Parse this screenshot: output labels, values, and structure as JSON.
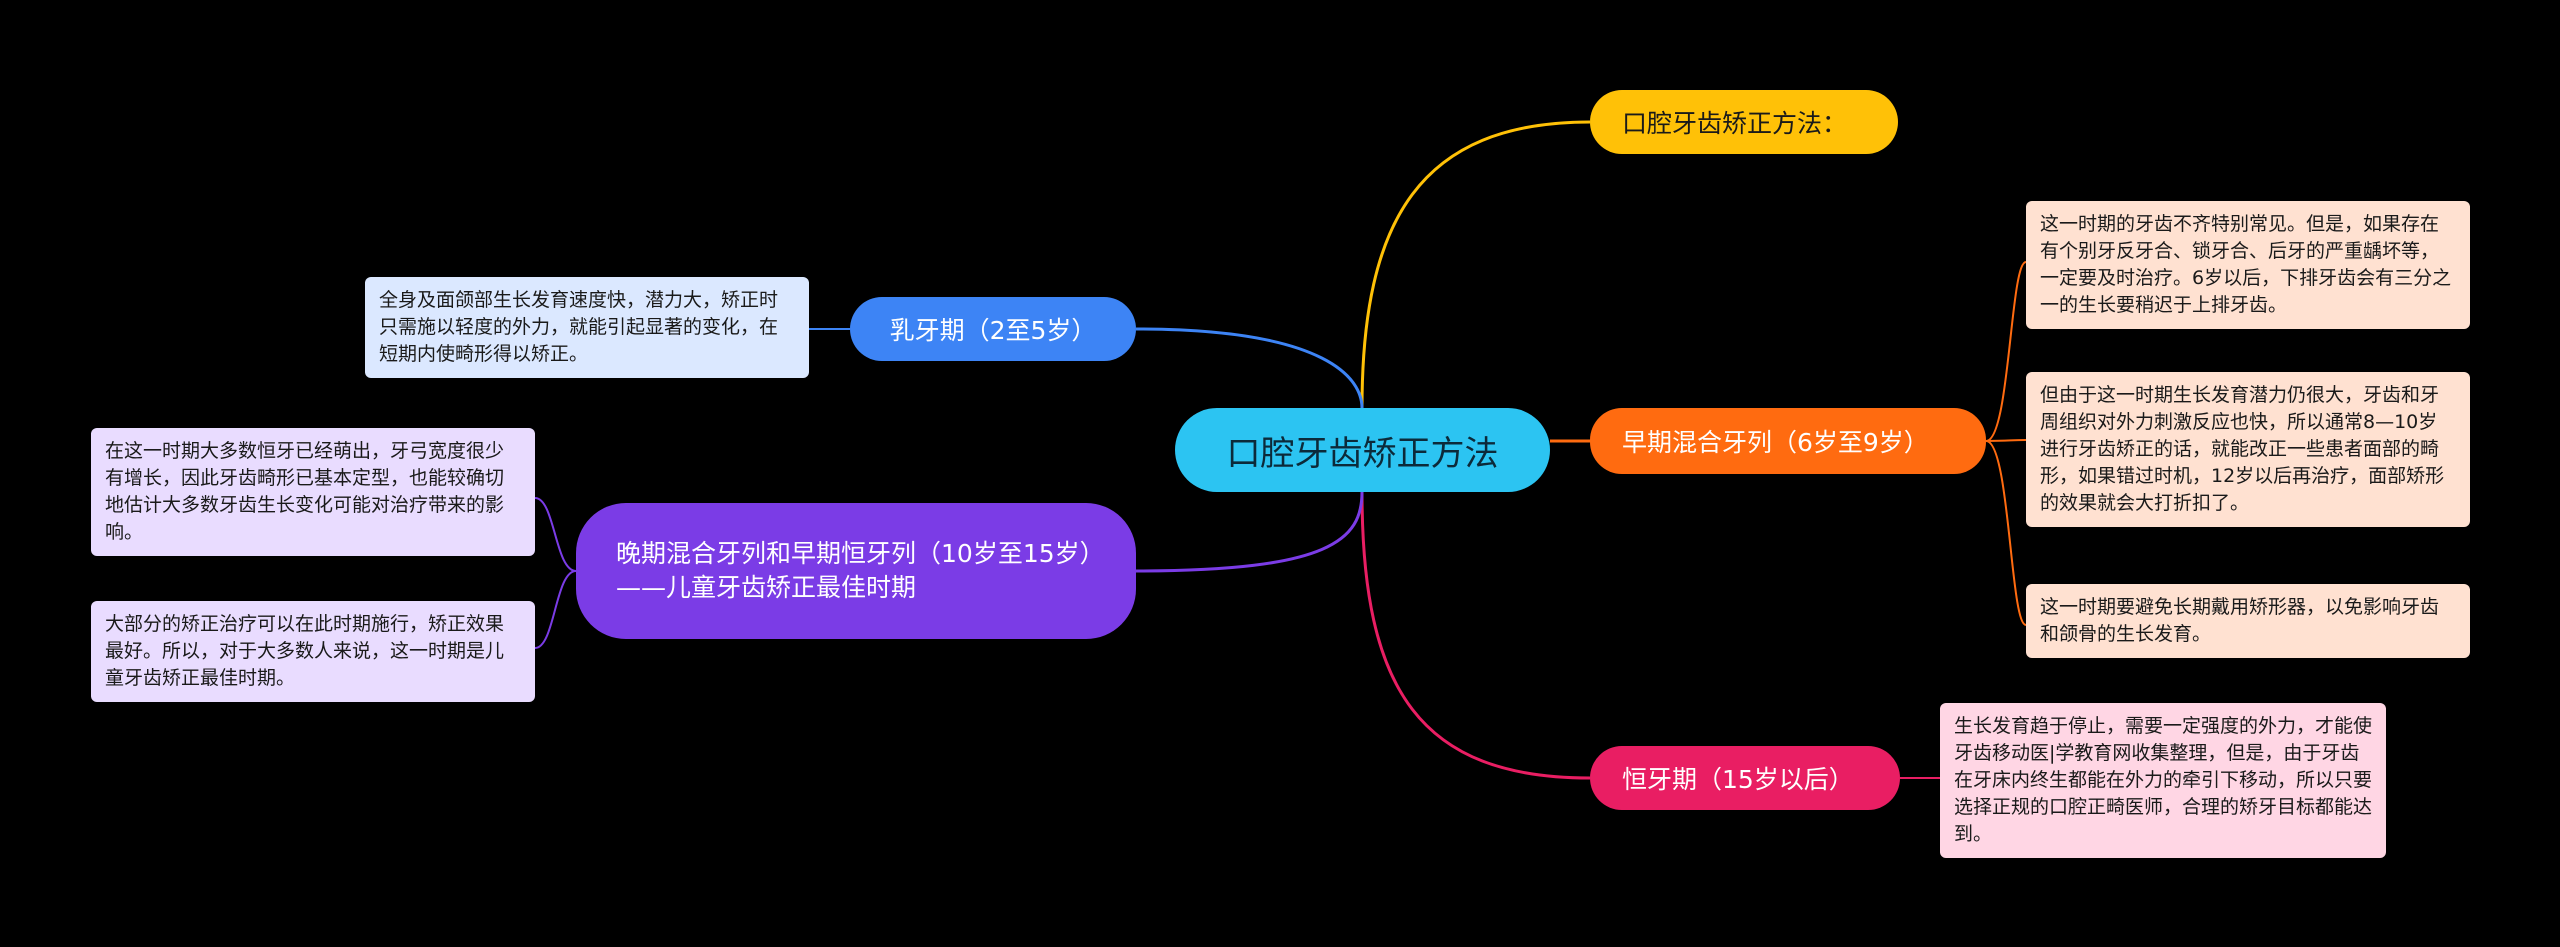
{
  "colors": {
    "background": "#000000",
    "root": "#2cc4f2",
    "yellow": "#ffc107",
    "orange": "#ff6b10",
    "pink": "#e91e63",
    "blue": "#3d84f5",
    "purple": "#7b3ce6"
  },
  "root": {
    "label": "口腔牙齿矫正方法"
  },
  "branches": {
    "method": {
      "label": "口腔牙齿矫正方法："
    },
    "early_mixed": {
      "label": "早期混合牙列（6岁至9岁）",
      "notes": [
        "这一时期的牙齿不齐特别常见。但是，如果存在有个别牙反牙合、锁牙合、后牙的严重龋坏等，一定要及时治疗。6岁以后，下排牙齿会有三分之一的生长要稍迟于上排牙齿。",
        "但由于这一时期生长发育潜力仍很大，牙齿和牙周组织对外力刺激反应也快，所以通常8—10岁进行牙齿矫正的话，就能改正一些患者面部的畸形，如果错过时机，12岁以后再治疗，面部矫形的效果就会大打折扣了。",
        "这一时期要避免长期戴用矫形器，以免影响牙齿和颌骨的生长发育。"
      ]
    },
    "permanent": {
      "label": "恒牙期（15岁以后）",
      "note": "生长发育趋于停止，需要一定强度的外力，才能使牙齿移动医|学教育网收集整理，但是，由于牙齿在牙床内终生都能在外力的牵引下移动，所以只要选择正规的口腔正畸医师，合理的矫牙目标都能达到。"
    },
    "primary": {
      "label": "乳牙期（2至5岁）",
      "note": "全身及面颌部生长发育速度快，潜力大，矫正时只需施以轻度的外力，就能引起显著的变化，在短期内使畸形得以矫正。"
    },
    "late_mixed": {
      "label": "晚期混合牙列和早期恒牙列（10岁至15岁）——儿童牙齿矫正最佳时期",
      "notes": [
        "在这一时期大多数恒牙已经萌出，牙弓宽度很少有增长，因此牙齿畸形已基本定型，也能较确切地估计大多数牙齿生长变化可能对治疗带来的影响。",
        "大部分的矫正治疗可以在此时期施行，矫正效果最好。所以，对于大多数人来说，这一时期是儿童牙齿矫正最佳时期。"
      ]
    }
  }
}
